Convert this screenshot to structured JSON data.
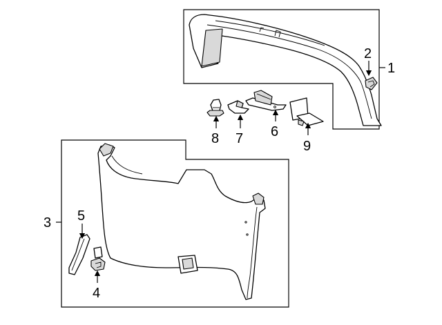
{
  "callouts": {
    "c1": "1",
    "c2": "2",
    "c3": "3",
    "c4": "4",
    "c5": "5",
    "c6": "6",
    "c7": "7",
    "c8": "8",
    "c9": "9"
  },
  "colors": {
    "line": "#000000",
    "fill": "#ffffff",
    "shade": "#d9d9d9"
  }
}
